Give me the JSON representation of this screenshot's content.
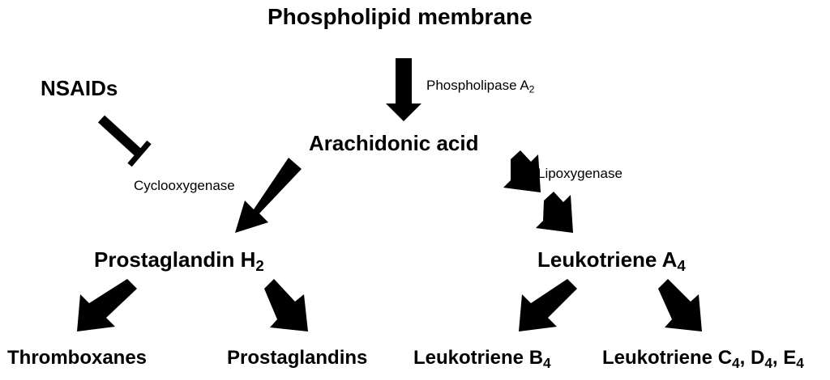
{
  "nodes": {
    "membrane": "Phospholipid membrane",
    "nsaids": "NSAIDs",
    "arachidonic": "Arachidonic acid",
    "pgh2": {
      "text": "Prostaglandin H",
      "sub": "2"
    },
    "lta4": {
      "text": "Leukotriene A",
      "sub": "4"
    },
    "thromboxanes": "Thromboxanes",
    "prostaglandins": "Prostaglandins",
    "ltb4": {
      "text": "Leukotriene B",
      "sub": "4"
    },
    "ltcde": {
      "t1": "Leukotriene C",
      "s1": "4",
      "t2": ", D",
      "s2": "4",
      "t3": ", E",
      "s3": "4"
    }
  },
  "enzymes": {
    "pla2": {
      "text": "Phospholipase A",
      "sub": "2"
    },
    "cox": "Cyclooxygenase",
    "lox": "Lipoxygenase"
  },
  "colors": {
    "ink": "#000000",
    "background": "#ffffff"
  }
}
